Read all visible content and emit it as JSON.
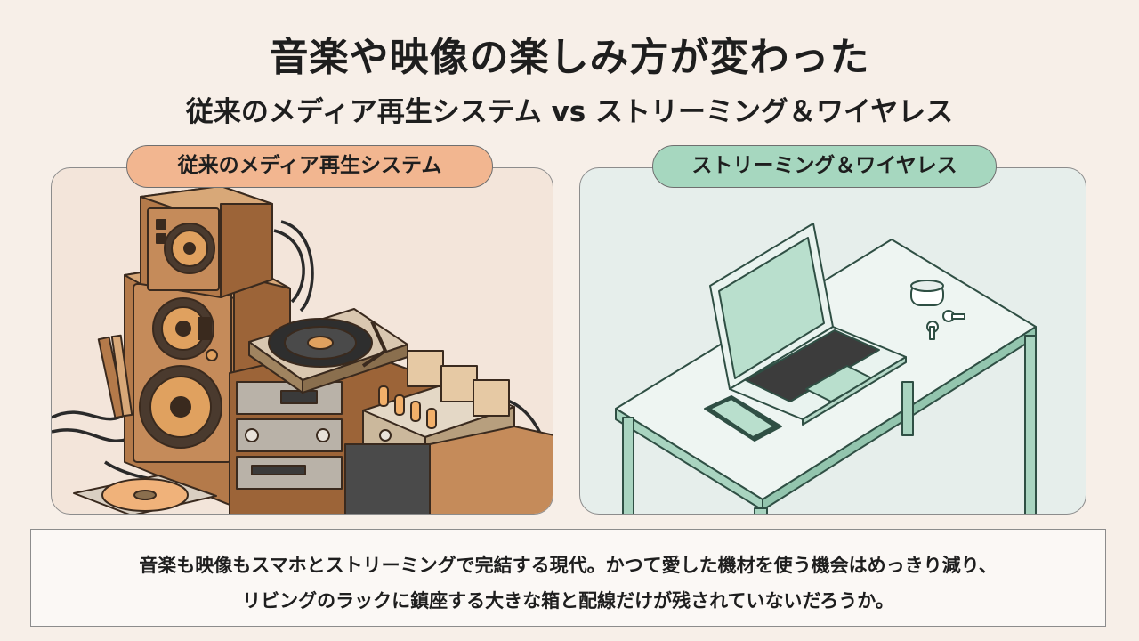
{
  "header": {
    "title": "音楽や映像の楽しみ方が変わった",
    "subtitle": "従来のメディア再生システム vs ストリーミング＆ワイヤレス"
  },
  "left_panel": {
    "label": "従来のメディア再生システム"
  },
  "right_panel": {
    "label": "ストリーミング＆ワイヤレス"
  },
  "caption": {
    "line1": "音楽も映像もスマホとストリーミングで完結する現代。かつて愛した機材を使う機会はめっきり減り、",
    "line2": "リビングのラックに鎮座する大きな箱と配線だけが残されていないだろうか。"
  },
  "colors": {
    "background": "#f7efe8",
    "left_accent": "#f2b690",
    "right_accent": "#a6d7bf",
    "wood": "#c58b5a",
    "mint": "#bfe3d2"
  }
}
